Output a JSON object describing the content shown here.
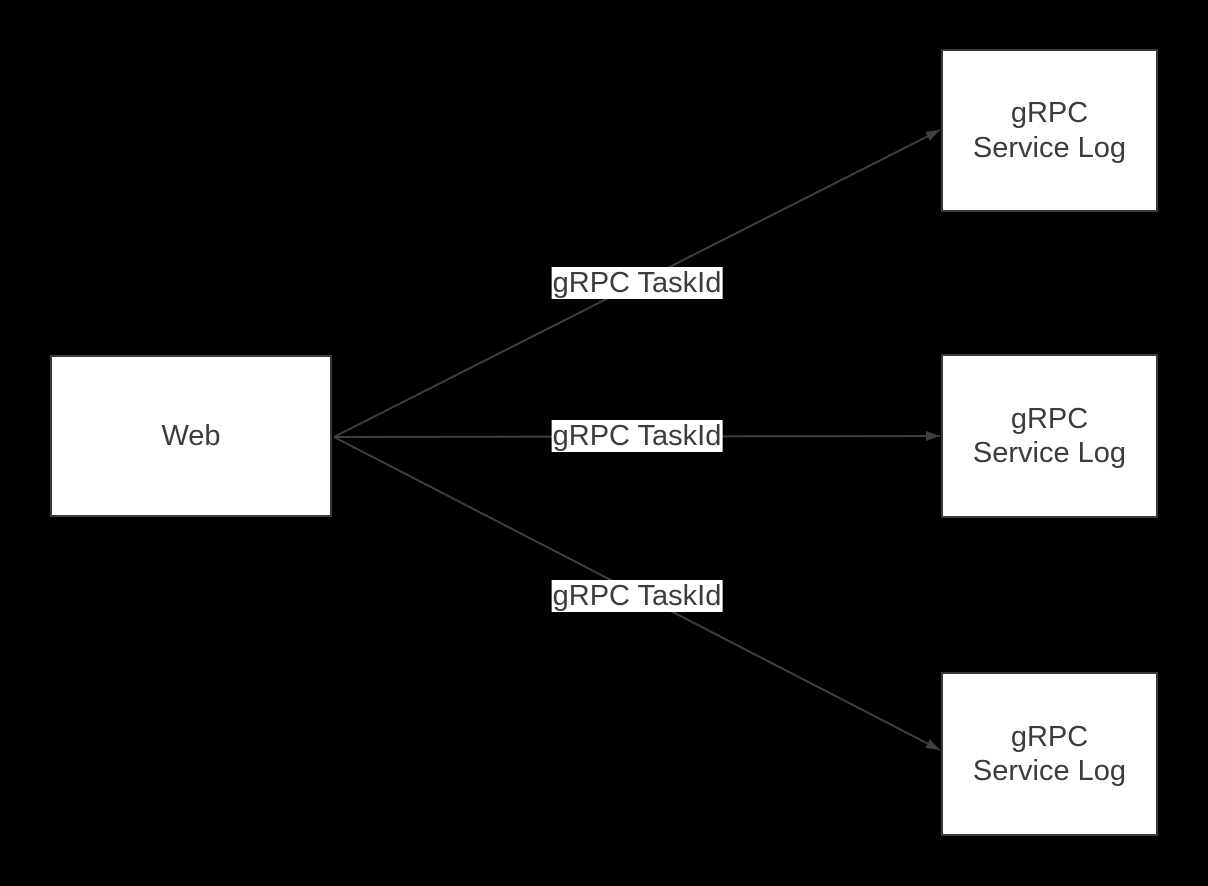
{
  "diagram": {
    "background_color": "#000000",
    "node_fill_color": "#ffffff",
    "stroke_color": "#3f3f3f",
    "text_color": "#3c3c3c",
    "nodes": [
      {
        "id": "web",
        "label": "Web"
      },
      {
        "id": "service-1",
        "label": "gRPC Service Log"
      },
      {
        "id": "service-2",
        "label": "gRPC Service Log"
      },
      {
        "id": "service-3",
        "label": "gRPC Service Log"
      }
    ],
    "edges": [
      {
        "from": "web",
        "to": "service-1",
        "label": "gRPC TaskId"
      },
      {
        "from": "web",
        "to": "service-2",
        "label": "gRPC TaskId"
      },
      {
        "from": "web",
        "to": "service-3",
        "label": "gRPC TaskId"
      }
    ]
  }
}
